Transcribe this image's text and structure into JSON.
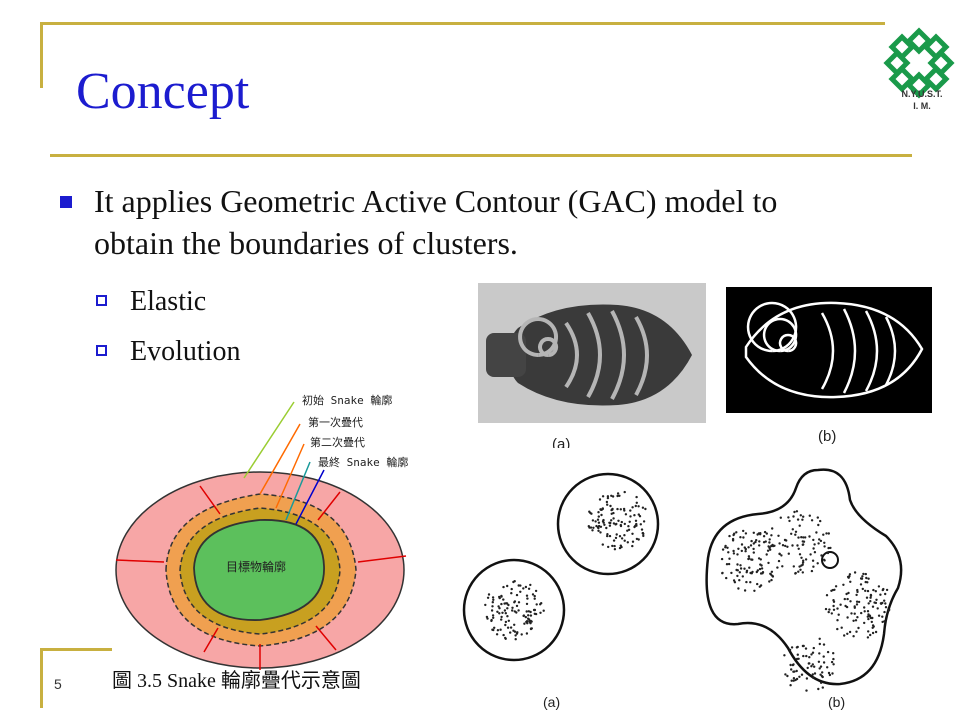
{
  "slide": {
    "title": "Concept",
    "logo_line1": "N.Y.U.S.T.",
    "logo_line2": "I. M.",
    "bullet": "It applies Geometric Active Contour (GAC) model to obtain the boundaries of clusters.",
    "sub_items": [
      "Elastic",
      "Evolution"
    ],
    "page_number": "5"
  },
  "figure_fish": {
    "caption_a": "(a)",
    "caption_b": "(b)"
  },
  "figure_snake": {
    "labels": [
      "初始 Snake 輪廓",
      "第一次疊代",
      "第二次疊代",
      "最終 Snake 輪廓"
    ],
    "center_label": "目標物輪廓",
    "caption": "圖 3.5 Snake 輪廓疊代示意圖"
  },
  "figure_clusters": {
    "caption_a": "(a)",
    "caption_b": "(b)"
  },
  "colors": {
    "title": "#1c1ccf",
    "rule": "#c8b040",
    "logo": "#1a9a4a"
  }
}
